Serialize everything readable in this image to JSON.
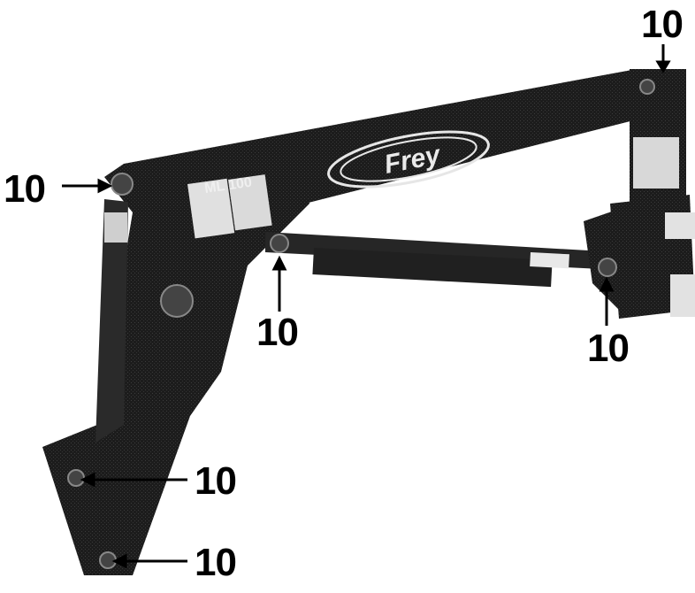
{
  "callouts": {
    "top_right": "10",
    "left": "10",
    "center": "10",
    "right": "10",
    "lower_1": "10",
    "lower_2": "10"
  },
  "brand": "Frey",
  "decal_model": "ML 100",
  "colors": {
    "body": "#1c1c1c",
    "highlight": "#3a3a3a",
    "background": "#ffffff"
  }
}
